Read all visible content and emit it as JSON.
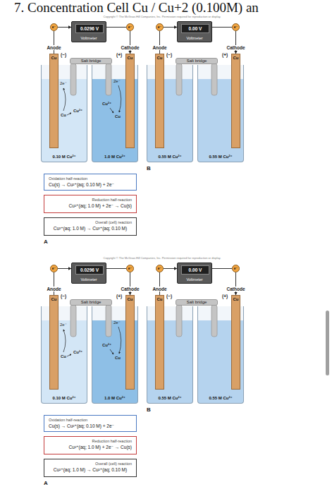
{
  "diagram": {
    "title": "7. Concentration Cell Cu / Cu+2 (0.100M) an",
    "nodes": [
      {
        "text": [
          "Voltmeter"
        ]
      },
      {
        "text": [
          "0.0296 V"
        ],
        "in": 0
      },
      {
        "text": [
          "e⁻"
        ]
      },
      {
        "text": [
          "e⁻"
        ]
      },
      {
        "text": [
          "Cu"
        ]
      },
      {
        "text": [
          "Cu"
        ]
      },
      {
        "text": [
          "Salt bridge"
        ]
      },
      {
        "text": [
          "0.10 M Cu²⁺"
        ]
      },
      {
        "text": [
          "1.0 M Cu²⁺"
        ]
      },
      {
        "text": [
          "Voltmeter"
        ]
      },
      {
        "text": [
          "0.00 V"
        ],
        "in": 9
      },
      {
        "text": [
          "e⁻"
        ]
      },
      {
        "text": [
          "e⁻"
        ]
      },
      {
        "text": [
          "Cu"
        ]
      },
      {
        "text": [
          "Cu"
        ]
      },
      {
        "text": [
          "Salt bridge"
        ]
      },
      {
        "text": [
          "0.55 M Cu²⁺"
        ]
      },
      {
        "text": [
          "0.55 M Cu²⁺"
        ]
      },
      {
        "text": [
          "Oxidation half-reaction",
          "Cu(s) → Cu²⁺(aq; 0.10 M) + 2e⁻"
        ]
      },
      {
        "text": [
          "Reduction half-reaction",
          "Cu²⁺(aq; 1.0 M) + 2e⁻ → Cu(s)"
        ]
      },
      {
        "text": [
          "Overall (cell) reaction",
          "Cu²⁺(aq; 1.0 M) → Cu²⁺(aq; 0.10 M)"
        ]
      },
      {
        "text": [
          "Voltmeter"
        ]
      },
      {
        "text": [
          "0.0296 V"
        ],
        "in": 21
      },
      {
        "text": [
          "e⁻"
        ]
      },
      {
        "text": [
          "e⁻"
        ]
      },
      {
        "text": [
          "Cu"
        ]
      },
      {
        "text": [
          "Cu"
        ]
      },
      {
        "text": [
          "Salt bridge"
        ]
      },
      {
        "text": [
          "0.10 M Cu²⁺"
        ]
      },
      {
        "text": [
          "1.0 M Cu²⁺"
        ]
      },
      {
        "text": [
          "Voltmeter"
        ]
      },
      {
        "text": [
          "0.00 V"
        ],
        "in": 30
      },
      {
        "text": [
          "e⁻"
        ]
      },
      {
        "text": [
          "e⁻"
        ]
      },
      {
        "text": [
          "Cu"
        ]
      },
      {
        "text": [
          "Cu"
        ]
      },
      {
        "text": [
          "Salt bridge"
        ]
      },
      {
        "text": [
          "0.55 M Cu²⁺"
        ]
      },
      {
        "text": [
          "0.55 M Cu²⁺"
        ]
      },
      {
        "text": [
          "Oxidation half-reaction",
          "Cu(s) → Cu²⁺(aq; 0.10 M) + 2e⁻"
        ]
      },
      {
        "text": [
          "Reduction half-reaction",
          "Cu²⁺(aq; 1.0 M) + 2e⁻ → Cu(s)"
        ]
      },
      {
        "text": [
          "Overall (cell) reaction",
          "Cu²⁺(aq; 1.0 M) → Cu²⁺(aq; 0.10 M)"
        ]
      }
    ],
    "edges": [
      {
        "from": 4,
        "to": 2,
        "arrow": "none"
      },
      {
        "from": 2,
        "to": 0,
        "arrow": "to"
      },
      {
        "from": 0,
        "to": 3,
        "arrow": "none"
      },
      {
        "from": 3,
        "to": 5,
        "arrow": "to"
      },
      {
        "from": 13,
        "to": 11,
        "arrow": "none"
      },
      {
        "from": 11,
        "to": 9,
        "arrow": "to"
      },
      {
        "from": 9,
        "to": 12,
        "arrow": "none"
      },
      {
        "from": 12,
        "to": 14,
        "arrow": "to"
      },
      {
        "from": 25,
        "to": 23,
        "arrow": "none"
      },
      {
        "from": 23,
        "to": 21,
        "arrow": "to"
      },
      {
        "from": 21,
        "to": 24,
        "arrow": "none"
      },
      {
        "from": 24,
        "to": 26,
        "arrow": "to"
      },
      {
        "from": 34,
        "to": 32,
        "arrow": "none"
      },
      {
        "from": 32,
        "to": 30,
        "arrow": "to"
      },
      {
        "from": 30,
        "to": 33,
        "arrow": "none"
      },
      {
        "from": 33,
        "to": 35,
        "arrow": "to"
      }
    ],
    "labels": [
      "Copyright © The McGraw-Hill Companies, Inc. Permission required for reproduction or display.",
      "Anode",
      "(−)",
      "Cathode",
      "(+)",
      "2e⁻",
      "Cu",
      "Cu²⁺",
      "2e⁻",
      "Cu²⁺",
      "Cu",
      "Anode",
      "(−)",
      "Cathode",
      "(+)",
      "B",
      "A",
      "Copyright © The McGraw-Hill Companies, Inc. Permission required for reproduction or display.",
      "Anode",
      "(−)",
      "Cathode",
      "(+)",
      "2e⁻",
      "Cu",
      "Cu²⁺",
      "2e⁻",
      "Cu²⁺",
      "Cu",
      "Anode",
      "(−)",
      "Cathode",
      "(+)",
      "B",
      "A"
    ]
  }
}
